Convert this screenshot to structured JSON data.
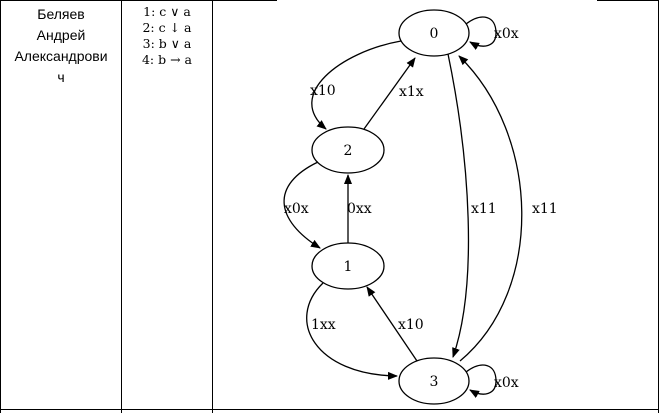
{
  "table": {
    "name_lines": [
      "Беляев",
      "Андрей",
      "Александрови",
      "ч"
    ],
    "formulas": [
      "1: c ∨ a",
      "2: c ↓ a",
      "3: b ∨ a",
      "4: b → a"
    ]
  },
  "graph": {
    "nodes": [
      "0",
      "2",
      "1",
      "3"
    ],
    "edges": [
      {
        "from": "0",
        "to": "0",
        "label": "x0x"
      },
      {
        "from": "0",
        "to": "2",
        "label": "x10"
      },
      {
        "from": "2",
        "to": "0",
        "label": "x1x"
      },
      {
        "from": "2",
        "to": "1",
        "label": "x0x"
      },
      {
        "from": "1",
        "to": "2",
        "label": "0xx"
      },
      {
        "from": "0",
        "to": "3",
        "label": "x11"
      },
      {
        "from": "3",
        "to": "0",
        "label": "x11"
      },
      {
        "from": "1",
        "to": "3",
        "label": "1xx"
      },
      {
        "from": "3",
        "to": "1",
        "label": "x10"
      },
      {
        "from": "3",
        "to": "3",
        "label": "x0x"
      }
    ]
  }
}
